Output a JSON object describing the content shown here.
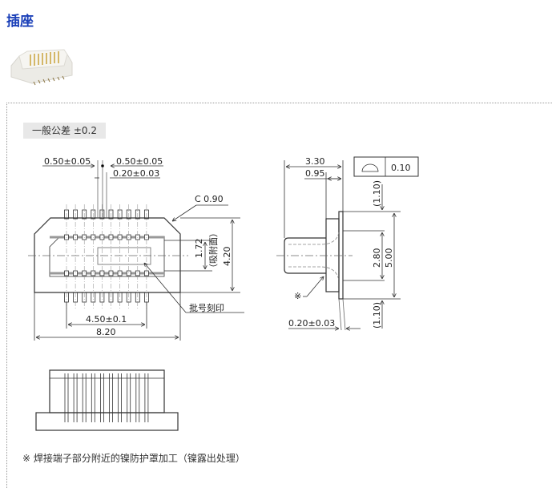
{
  "header": {
    "title": "插座"
  },
  "tolerance": "一般公差 ±0.2",
  "front_view": {
    "pitch_left": "0.50±0.05",
    "pitch_right": "0.50±0.05",
    "pin_width": "0.20±0.03",
    "chamfer": "C 0.90",
    "suction_height": "1.72",
    "suction_label": "（吸附面）",
    "height": "4.20",
    "lot_marking": "批号刻印",
    "pin_span": "4.50±0.1",
    "width": "8.20"
  },
  "side_view": {
    "depth": "3.30",
    "flange": "0.95",
    "flatness_value": "0.10",
    "top_offset": "(1.10)",
    "inner": "2.80",
    "length": "5.00",
    "bottom_offset": "(1.10)",
    "mark": "※",
    "lead": "0.20±0.03"
  },
  "footnote": "※ 焊接端子部分附近的镍防护罩加工（镍露出处理）"
}
